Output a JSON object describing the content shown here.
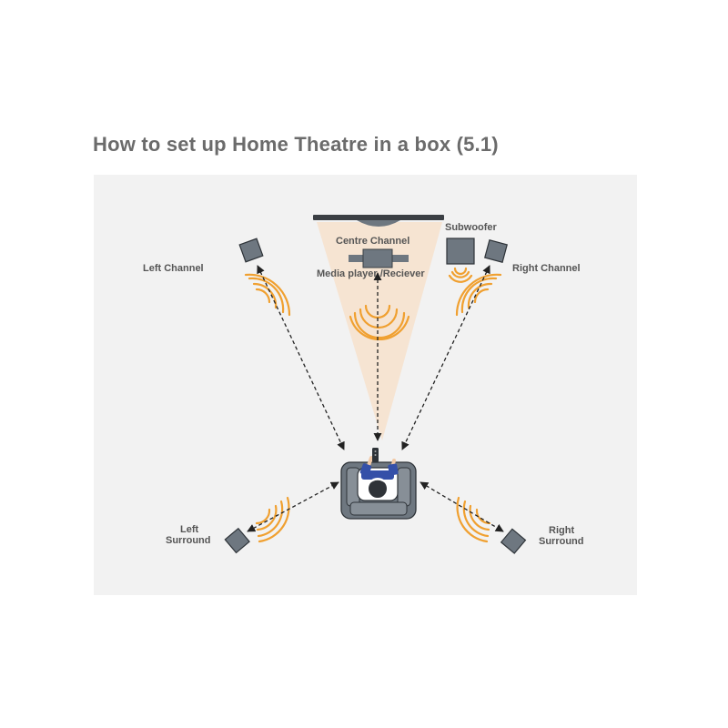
{
  "title": "How to set up Home Theatre in a box (5.1)",
  "colors": {
    "panel": "#f2f2f2",
    "speaker": "#6e7780",
    "waves": "#f0a030",
    "beam": "#f7e2cc",
    "arrows": "#222222",
    "label": "#555555",
    "person_shirt": "#3550a8"
  },
  "labels": {
    "left_channel": "Left Channel",
    "centre_channel": "Centre Channel",
    "media_player": "Media player /Reciever",
    "subwoofer": "Subwoofer",
    "right_channel": "Right Channel",
    "left_surround_1": "Left",
    "left_surround_2": "Surround",
    "right_surround_1": "Right",
    "right_surround_2": "Surround"
  },
  "icons": [
    "tv-icon",
    "speaker-icon",
    "subwoofer-icon",
    "sound-wave-icon",
    "armchair-icon",
    "person-icon",
    "remote-icon"
  ]
}
